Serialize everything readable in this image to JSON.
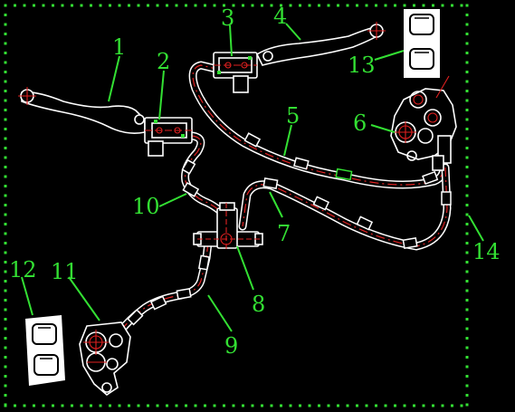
{
  "diagram": {
    "background_color": "#000000",
    "line_color": "#ffffff",
    "centerline_color": "#e02020",
    "label_color": "#33e033",
    "callouts": [
      {
        "id": "1",
        "text": "1"
      },
      {
        "id": "2",
        "text": "2"
      },
      {
        "id": "3",
        "text": "3"
      },
      {
        "id": "4",
        "text": "4"
      },
      {
        "id": "5",
        "text": "5"
      },
      {
        "id": "6",
        "text": "6"
      },
      {
        "id": "7",
        "text": "7"
      },
      {
        "id": "8",
        "text": "8"
      },
      {
        "id": "9",
        "text": "9"
      },
      {
        "id": "10",
        "text": "10"
      },
      {
        "id": "11",
        "text": "11"
      },
      {
        "id": "12",
        "text": "12"
      },
      {
        "id": "13",
        "text": "13"
      },
      {
        "id": "14",
        "text": "14"
      }
    ]
  }
}
